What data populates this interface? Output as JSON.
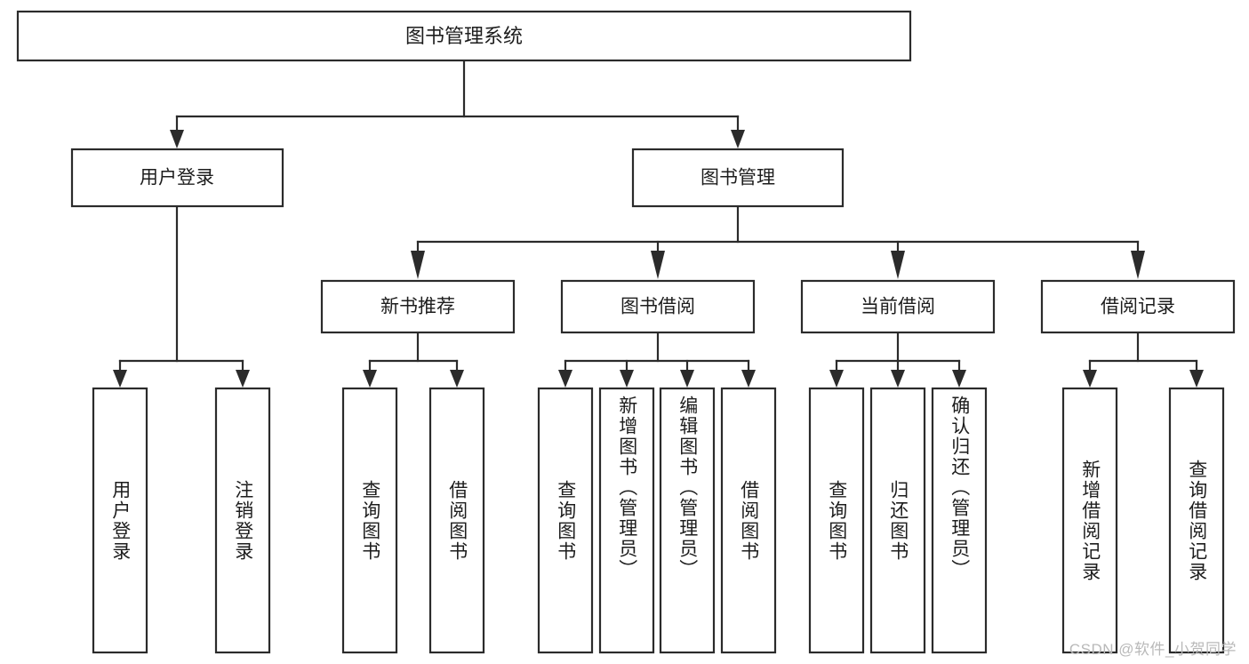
{
  "diagram": {
    "type": "tree-hierarchy",
    "title": "图书管理系统",
    "orientation": "top-down",
    "colors": {
      "box_stroke": "#2b2b2b",
      "box_fill": "#ffffff",
      "connector": "#2b2b2b",
      "text": "#1d1d1d",
      "background": "#ffffff",
      "watermark": "#b9b9b9"
    },
    "root": {
      "label": "图书管理系统"
    },
    "level2": [
      {
        "label": "用户登录"
      },
      {
        "label": "图书管理"
      }
    ],
    "level3": [
      {
        "label": "新书推荐"
      },
      {
        "label": "图书借阅"
      },
      {
        "label": "当前借阅"
      },
      {
        "label": "借阅记录"
      }
    ],
    "leaves": {
      "user_login": [
        {
          "label": "用户登录"
        },
        {
          "label": "注销登录"
        }
      ],
      "new_book_recommend": [
        {
          "label": "查询图书"
        },
        {
          "label": "借阅图书"
        }
      ],
      "book_borrow": [
        {
          "label": "查询图书"
        },
        {
          "label": "新增图书（管理员）"
        },
        {
          "label": "编辑图书（管理员）"
        },
        {
          "label": "借阅图书"
        }
      ],
      "current_borrow": [
        {
          "label": "查询图书"
        },
        {
          "label": "归还图书"
        },
        {
          "label": "确认归还（管理员）"
        }
      ],
      "borrow_record": [
        {
          "label": "新增借阅记录"
        },
        {
          "label": "查询借阅记录"
        }
      ]
    }
  },
  "watermark": {
    "text": "CSDN @软件_小贺同学"
  }
}
